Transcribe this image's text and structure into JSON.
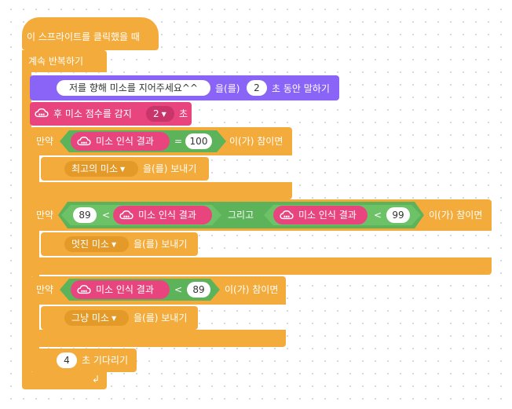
{
  "hat": {
    "label": "이 스프라이트를 클릭했을 때"
  },
  "forever": {
    "label": "계속 반복하기"
  },
  "say": {
    "text": "저를 향해 미소를 지어주세요^^",
    "connector": "을(를)",
    "seconds": "2",
    "suffix": "초 동안 말하기"
  },
  "detect": {
    "label": "후 미소 점수를 감지",
    "value": "2",
    "unit": "초"
  },
  "reporter_label": "미소 인식 결과",
  "if1": {
    "if_label": "만약",
    "op": "=",
    "value": "100",
    "then_label": "이(가) 참이면",
    "message": "최고의 미소",
    "send_label": "을(를) 보내기"
  },
  "if2": {
    "if_label": "만약",
    "left_value": "89",
    "op1": "<",
    "and_label": "그리고",
    "op2": "<",
    "right_value": "99",
    "then_label": "이(가) 참이면",
    "message": "멋진 미소",
    "send_label": "을(를) 보내기"
  },
  "if3": {
    "if_label": "만약",
    "op": "<",
    "value": "89",
    "then_label": "이(가) 참이면",
    "message": "그냥 미소",
    "send_label": "을(를) 보내기"
  },
  "wait": {
    "value": "4",
    "label": "초 기다리기"
  },
  "icons": {
    "loop": "loop-arrow-icon",
    "cloud": "cloud-icon",
    "dropdown": "dropdown-arrow-icon"
  },
  "colors": {
    "control": "#f3ac3b",
    "looks": "#8a64f6",
    "ai": "#e8457f",
    "operator": "#5cb359"
  }
}
